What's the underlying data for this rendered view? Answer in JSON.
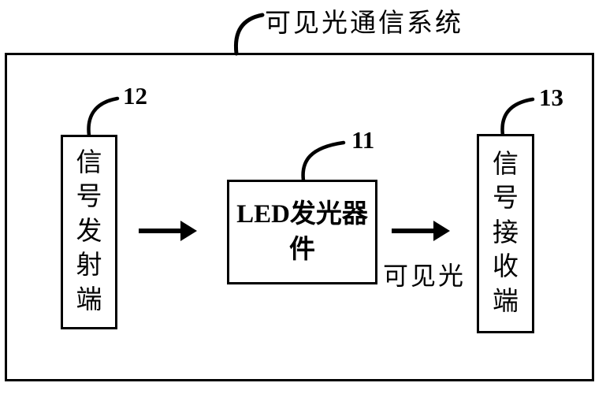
{
  "figure": {
    "system_label": "可见光通信系统",
    "visible_light_label": "可见光"
  },
  "blocks": {
    "transmitter": {
      "label": "信号发射端",
      "ref": "12"
    },
    "led_device": {
      "label": "LED发光器件",
      "ref": "11"
    },
    "receiver": {
      "label": "信号接收端",
      "ref": "13"
    }
  },
  "colors": {
    "ink": "#000000",
    "background": "#ffffff"
  }
}
